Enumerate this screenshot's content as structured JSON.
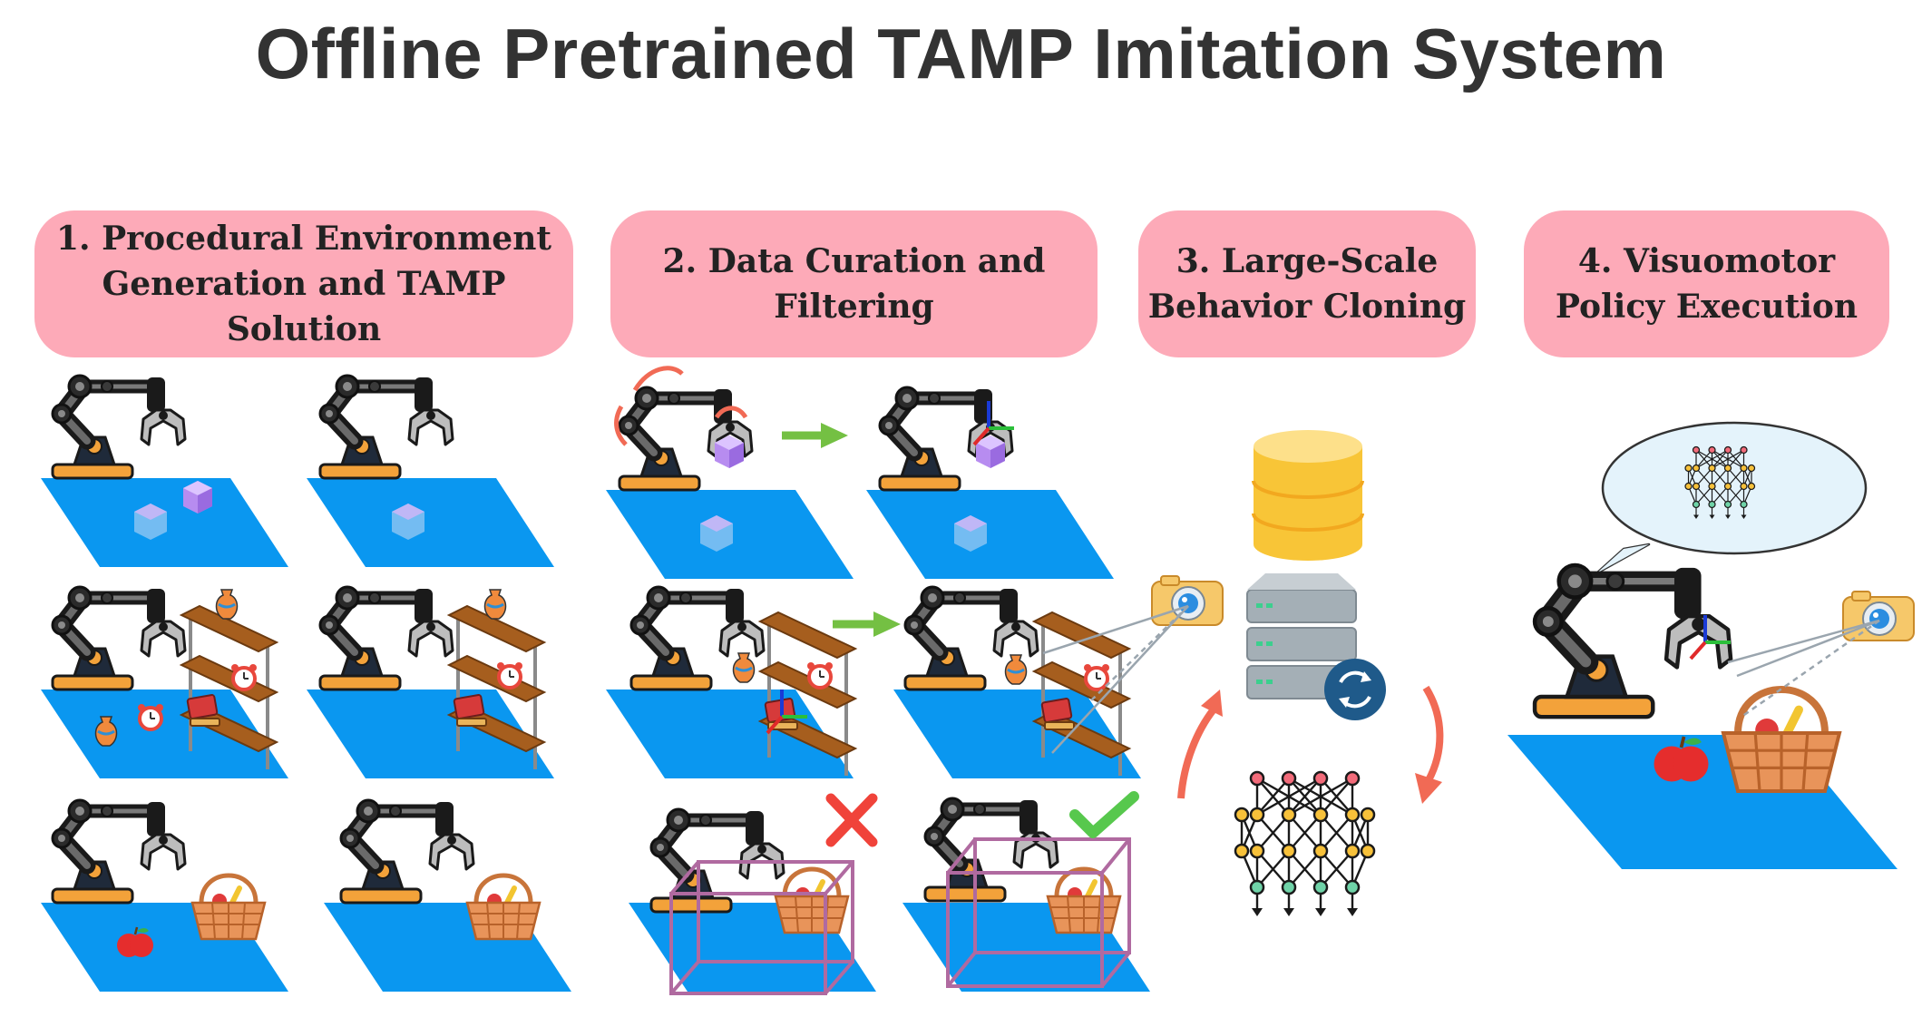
{
  "title": "Offline Pretrained TAMP Imitation System",
  "colors": {
    "stage_box": "#fdaab8",
    "table": "#0a97f0",
    "robot_dark": "#2a2a2a",
    "robot_base": "#f3a23a",
    "arrow_green": "#74c043",
    "arrow_red": "#f16a55",
    "database": "#f8c537",
    "server": "#a4afb6",
    "check": "#57c84d",
    "cross": "#f0433a"
  },
  "stages": [
    {
      "line1": "1. Procedural Environment",
      "line2": "Generation and TAMP Solution"
    },
    {
      "line1": "2. Data Curation and",
      "line2": "Filtering"
    },
    {
      "line1": "3. Large-Scale",
      "line2": "Behavior Cloning"
    },
    {
      "line1": "4. Visuomotor",
      "line2": "Policy Execution"
    }
  ],
  "icons": [
    "robot-arm-icon",
    "table-icon",
    "cube-icon",
    "shelf-icon",
    "vase-icon",
    "clock-icon",
    "book-icon",
    "basket-icon",
    "apple-icon",
    "camera-icon",
    "database-icon",
    "server-icon",
    "sync-icon",
    "neural-network-icon",
    "check-icon",
    "cross-icon",
    "speech-bubble-icon"
  ]
}
